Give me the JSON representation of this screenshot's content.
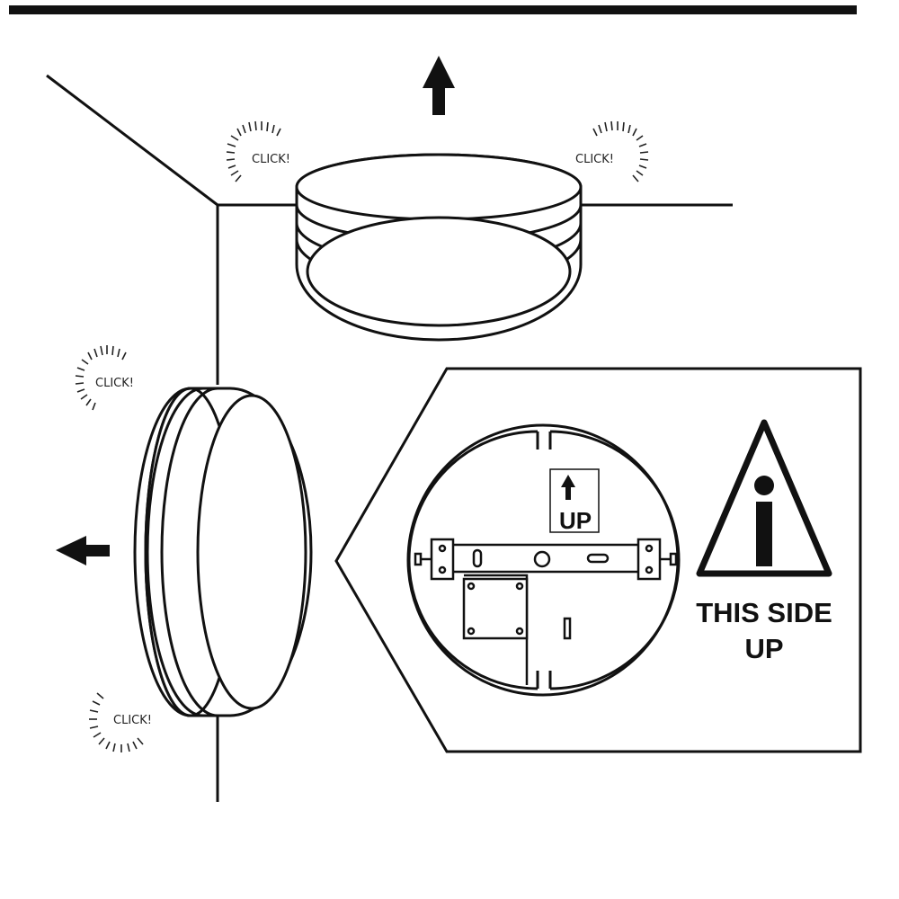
{
  "click_labels": [
    "CLICK!",
    "CLICK!",
    "CLICK!",
    "CLICK!"
  ],
  "mounting_plate": {
    "up_label": "UP"
  },
  "warning": {
    "glyph": "i",
    "line1": "THIS SIDE",
    "line2": "UP"
  },
  "icons": [
    "arrow-up-icon",
    "arrow-left-icon",
    "info-warning-icon",
    "click-sound-icon"
  ]
}
